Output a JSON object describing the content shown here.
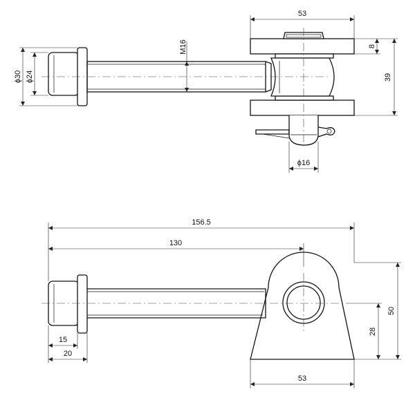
{
  "top_view": {
    "dim_53": "53",
    "dim_8": "8",
    "dim_39": "39",
    "dim_m16": "M16",
    "dim_d30": "ϕ30",
    "dim_d24": "ϕ24",
    "dim_d16": "ϕ16"
  },
  "front_view": {
    "dim_156_5": "156.5",
    "dim_130": "130",
    "dim_50": "50",
    "dim_28": "28",
    "dim_15": "15",
    "dim_20": "20",
    "dim_53": "53"
  }
}
